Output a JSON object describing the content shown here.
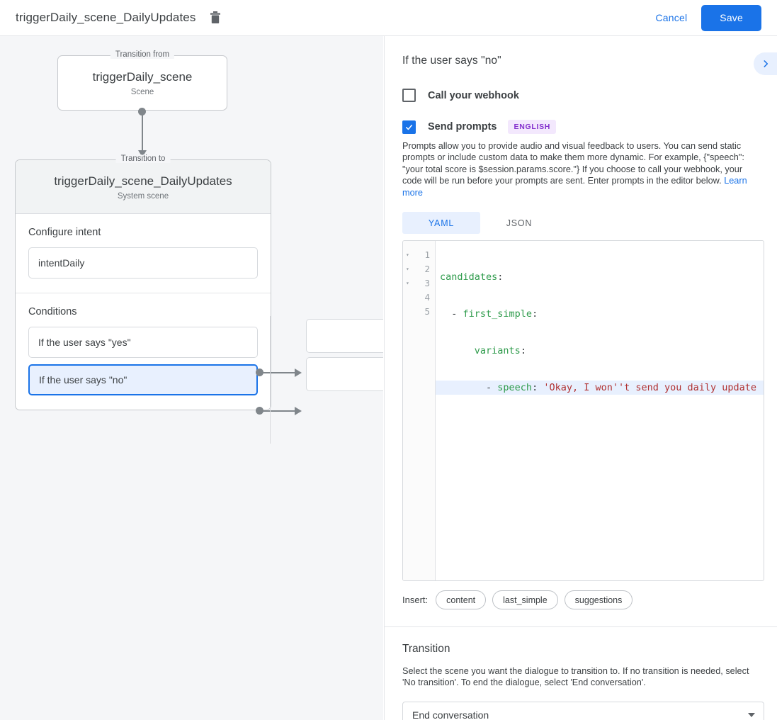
{
  "topbar": {
    "title": "triggerDaily_scene_DailyUpdates",
    "delete_icon": "trash-icon",
    "cancel_label": "Cancel",
    "save_label": "Save",
    "accent_color": "#1a73e8"
  },
  "canvas": {
    "from_node": {
      "legend": "Transition from",
      "title": "triggerDaily_scene",
      "subtitle": "Scene"
    },
    "to_node": {
      "legend": "Transition to",
      "title": "triggerDaily_scene_DailyUpdates",
      "subtitle": "System scene"
    },
    "intent_section": {
      "label": "Configure intent",
      "value": "intentDaily"
    },
    "conditions_section": {
      "label": "Conditions",
      "items": [
        {
          "label": "If the user says \"yes\"",
          "selected": false
        },
        {
          "label": "If the user says \"no\"",
          "selected": true
        }
      ]
    }
  },
  "panel": {
    "title": "If the user says \"no\"",
    "expand_icon": "chevron-right-icon",
    "webhook": {
      "label": "Call your webhook",
      "checked": false
    },
    "prompts": {
      "label": "Send prompts",
      "checked": true,
      "language_badge": "ENGLISH",
      "badge_color": "#8430ce",
      "description": "Prompts allow you to provide audio and visual feedback to users. You can send static prompts or include custom data to make them more dynamic. For example, {\"speech\": \"your total score is $session.params.score.\"} If you choose to call your webhook, your code will be run before your prompts are sent. Enter prompts in the editor below.",
      "learn_more": "Learn more"
    },
    "editor": {
      "tabs": [
        {
          "label": "YAML",
          "active": true
        },
        {
          "label": "JSON",
          "active": false
        }
      ],
      "lines": [
        {
          "num": "1",
          "fold": "▾",
          "highlight": false,
          "indent": "",
          "key": "candidates",
          "punc": ":",
          "str": ""
        },
        {
          "num": "2",
          "fold": "▾",
          "highlight": false,
          "indent": "  - ",
          "key": "first_simple",
          "punc": ":",
          "str": ""
        },
        {
          "num": "3",
          "fold": "▾",
          "highlight": false,
          "indent": "      ",
          "key": "variants",
          "punc": ":",
          "str": ""
        },
        {
          "num": "4",
          "fold": "",
          "highlight": true,
          "indent": "        - ",
          "key": "speech",
          "punc": ": ",
          "str": "'Okay, I won''t send you daily update"
        },
        {
          "num": "5",
          "fold": "",
          "highlight": false,
          "indent": "",
          "key": "",
          "punc": "",
          "str": ""
        }
      ]
    },
    "insert": {
      "label": "Insert:",
      "chips": [
        "content",
        "last_simple",
        "suggestions"
      ]
    },
    "transition": {
      "title": "Transition",
      "description": "Select the scene you want the dialogue to transition to. If no transition is needed, select 'No transition'. To end the dialogue, select 'End conversation'.",
      "selected": "End conversation"
    }
  }
}
